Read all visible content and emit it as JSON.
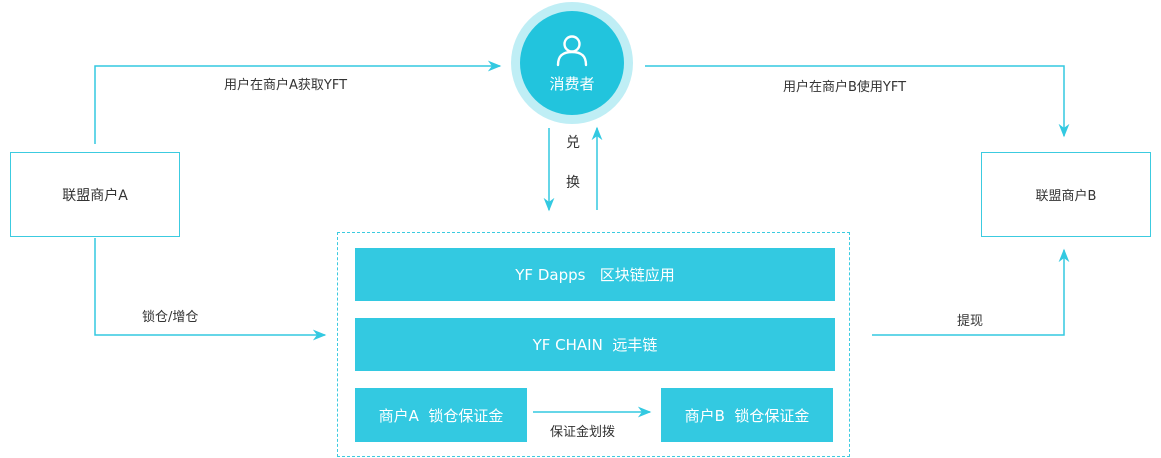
{
  "consumer": {
    "label": "消费者",
    "icon": "user-icon"
  },
  "merchant_a": {
    "label": "联盟商户A"
  },
  "merchant_b": {
    "label": "联盟商户B"
  },
  "platform": {
    "dapps": "YF Dapps   区块链应用",
    "chain": "YF CHAIN  远丰链",
    "deposit_a": "商户A  锁仓保证金",
    "deposit_b": "商户B  锁仓保证金"
  },
  "edges": {
    "a_to_consumer": "用户在商户A获取YFT",
    "consumer_to_b": "用户在商户B使用YFT",
    "exchange_1": "兑",
    "exchange_2": "换",
    "lock": "锁仓/增仓",
    "withdraw": "提现",
    "transfer": "保证金划拨"
  },
  "colors": {
    "accent": "#33c9e1",
    "accent_light": "#bfeef5"
  }
}
